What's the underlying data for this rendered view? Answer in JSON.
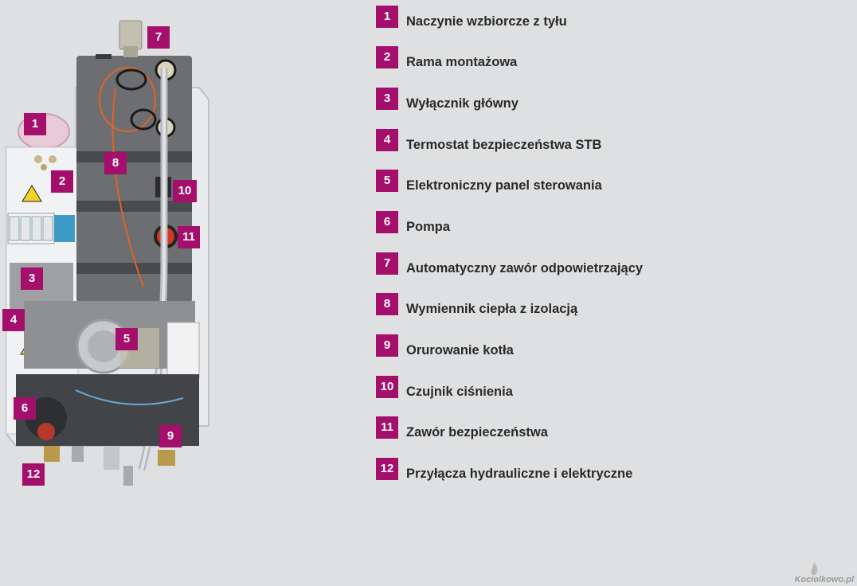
{
  "legend": [
    {
      "num": "1",
      "label": "Naczynie wzbiorcze z tyłu"
    },
    {
      "num": "2",
      "label": "Rama montażowa"
    },
    {
      "num": "3",
      "label": "Wyłącznik główny"
    },
    {
      "num": "4",
      "label": "Termostat bezpieczeństwa STB"
    },
    {
      "num": "5",
      "label": "Elektroniczny panel sterowania"
    },
    {
      "num": "6",
      "label": "Pompa"
    },
    {
      "num": "7",
      "label": "Automatyczny zawór odpowietrzający"
    },
    {
      "num": "8",
      "label": "Wymiennik ciepła z izolacją"
    },
    {
      "num": "9",
      "label": "Orurowanie kotła"
    },
    {
      "num": "10",
      "label": "Czujnik ciśnienia"
    },
    {
      "num": "11",
      "label": "Zawór bezpieczeństwa"
    },
    {
      "num": "12",
      "label": "Przyłącza hydrauliczne i elektryczne"
    }
  ],
  "markers": {
    "m1": "1",
    "m2": "2",
    "m3": "3",
    "m4": "4",
    "m5": "5",
    "m6": "6",
    "m7": "7",
    "m8": "8",
    "m9": "9",
    "m10": "10",
    "m11": "11",
    "m12": "12"
  },
  "watermark": "Kociolkowo.pl",
  "colors": {
    "accent": "#a30f6a",
    "background": "#dfe0e1",
    "text": "#2a2a2a"
  }
}
